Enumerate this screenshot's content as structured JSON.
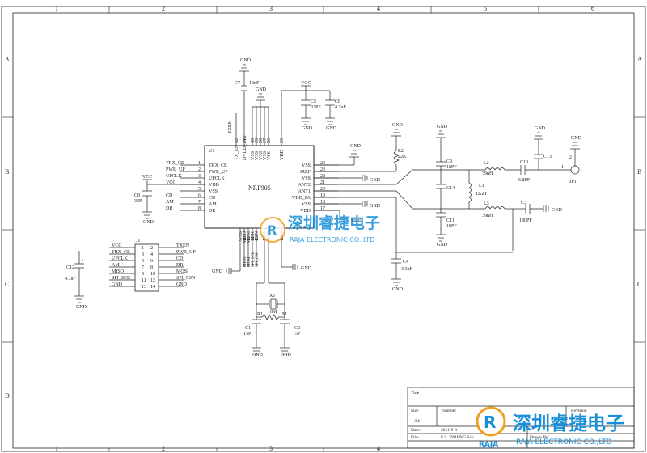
{
  "frame": {
    "columns": [
      "1",
      "2",
      "3",
      "4",
      "5",
      "6"
    ],
    "rows": [
      "A",
      "B",
      "C",
      "D"
    ]
  },
  "u1": {
    "ref": "U1",
    "part": "NRF905",
    "left_pins": [
      {
        "num": "1",
        "name": "TRX_CE",
        "net": "TRX_CE"
      },
      {
        "num": "2",
        "name": "PWR_UP",
        "net": "PWR_UP"
      },
      {
        "num": "3",
        "name": "UPCLK",
        "net": "UPCLK"
      },
      {
        "num": "4",
        "name": "VDD",
        "net": "VCC"
      },
      {
        "num": "5",
        "name": "VSS",
        "net": ""
      },
      {
        "num": "6",
        "name": "CD",
        "net": "CD"
      },
      {
        "num": "7",
        "name": "AM",
        "net": "AM"
      },
      {
        "num": "8",
        "name": "DR",
        "net": "DR"
      }
    ],
    "right_pins": [
      {
        "num": "24",
        "name": "VSS"
      },
      {
        "num": "23",
        "name": "IREF"
      },
      {
        "num": "22",
        "name": "VSS"
      },
      {
        "num": "21",
        "name": "ANT2"
      },
      {
        "num": "20",
        "name": "ANT1"
      },
      {
        "num": "19",
        "name": "VDD_PA"
      },
      {
        "num": "18",
        "name": "VSS"
      },
      {
        "num": "17",
        "name": "VDD"
      }
    ],
    "top_pins": [
      {
        "num": "32",
        "name": "TX_EN"
      },
      {
        "num": "31",
        "name": "DVDD_1V2"
      },
      {
        "num": "30",
        "name": "VSS"
      },
      {
        "num": "29",
        "name": "VSS"
      },
      {
        "num": "28",
        "name": "VSS"
      },
      {
        "num": "27",
        "name": "VSS"
      },
      {
        "num": "26",
        "name": "VSS"
      },
      {
        "num": "25",
        "name": "VDD"
      }
    ],
    "bottom_pins": [
      {
        "num": "9",
        "name": "VSS"
      },
      {
        "num": "10",
        "name": "MISO"
      },
      {
        "num": "11",
        "name": "MOSI"
      },
      {
        "num": "12",
        "name": "SCK"
      },
      {
        "num": "13",
        "name": "CSN"
      },
      {
        "num": "14",
        "name": "XC1"
      },
      {
        "num": "15",
        "name": "XC2"
      },
      {
        "num": "16",
        "name": "VSS"
      }
    ],
    "bottom_nets": [
      "MISO",
      "MOSI",
      "SPI_SCK",
      "SPI_CSN"
    ],
    "txen_net": "TXEN"
  },
  "j1": {
    "ref": "J1",
    "left_nets": [
      "VCC",
      "TRX_CE",
      "UPCLK",
      "AM",
      "MISO",
      "SPI_SCK",
      "GND"
    ],
    "left_nums": [
      "1",
      "3",
      "5",
      "7",
      "9",
      "11",
      "13"
    ],
    "right_nums": [
      "2",
      "4",
      "6",
      "8",
      "10",
      "12",
      "14"
    ],
    "right_nets": [
      "TXEN",
      "PWR_UP",
      "CD",
      "DR",
      "MOSI",
      "SPI_CSN",
      "GND"
    ]
  },
  "parts": {
    "c7": {
      "ref": "C7",
      "value": "10nF"
    },
    "c5": {
      "ref": "C5",
      "value": "33PF"
    },
    "c6": {
      "ref": "C6",
      "value": "4.7uF"
    },
    "c8": {
      "ref": "C8",
      "value": "33P"
    },
    "c12": {
      "ref": "C12",
      "value": "4.7uF"
    },
    "r2": {
      "ref": "R2",
      "value": "22K"
    },
    "c9": {
      "ref": "C9",
      "value": "18PF"
    },
    "c14": {
      "ref": "C14",
      "value": ""
    },
    "c11": {
      "ref": "C11",
      "value": "18PF"
    },
    "l2": {
      "ref": "L2",
      "value": "39nH"
    },
    "l1": {
      "ref": "L1",
      "value": "12nH"
    },
    "l3": {
      "ref": "L3",
      "value": "39nH"
    },
    "c10": {
      "ref": "C10",
      "value": "6.8PF"
    },
    "c13": {
      "ref": "C13",
      "value": ""
    },
    "c3": {
      "ref": "C3",
      "value": "180PF"
    },
    "c4": {
      "ref": "C4",
      "value": "3.3nF"
    },
    "jp1": {
      "ref": "JP1",
      "pin1": "1",
      "pin2": "2"
    },
    "x1": {
      "ref": "X1",
      "value": "16M"
    },
    "r1": {
      "ref": "R1",
      "value": "1M"
    },
    "c1": {
      "ref": "C1",
      "value": "15P"
    },
    "c2": {
      "ref": "C2",
      "value": "15P"
    }
  },
  "nets": {
    "vcc": "VCC",
    "gnd": "GND"
  },
  "title_block": {
    "title_label": "Title",
    "size_label": "Size",
    "size_value": "A4",
    "number_label": "Number",
    "revision_label": "Revision",
    "date_label": "Date:",
    "date_value": "2011-9-8",
    "file_label": "File:",
    "file_value": "E:\\...\\NRF905.Sch",
    "drawn_label": "Drawn By:"
  },
  "watermark": {
    "company": "深圳睿捷电子",
    "sub": "RAJA ELECTRONIC CO.,LTD",
    "logo_text": "RAJA"
  },
  "colors": {
    "line": "#222222",
    "watermark_blue": "#1a8fd8",
    "logo_orange": "#f0a020"
  }
}
